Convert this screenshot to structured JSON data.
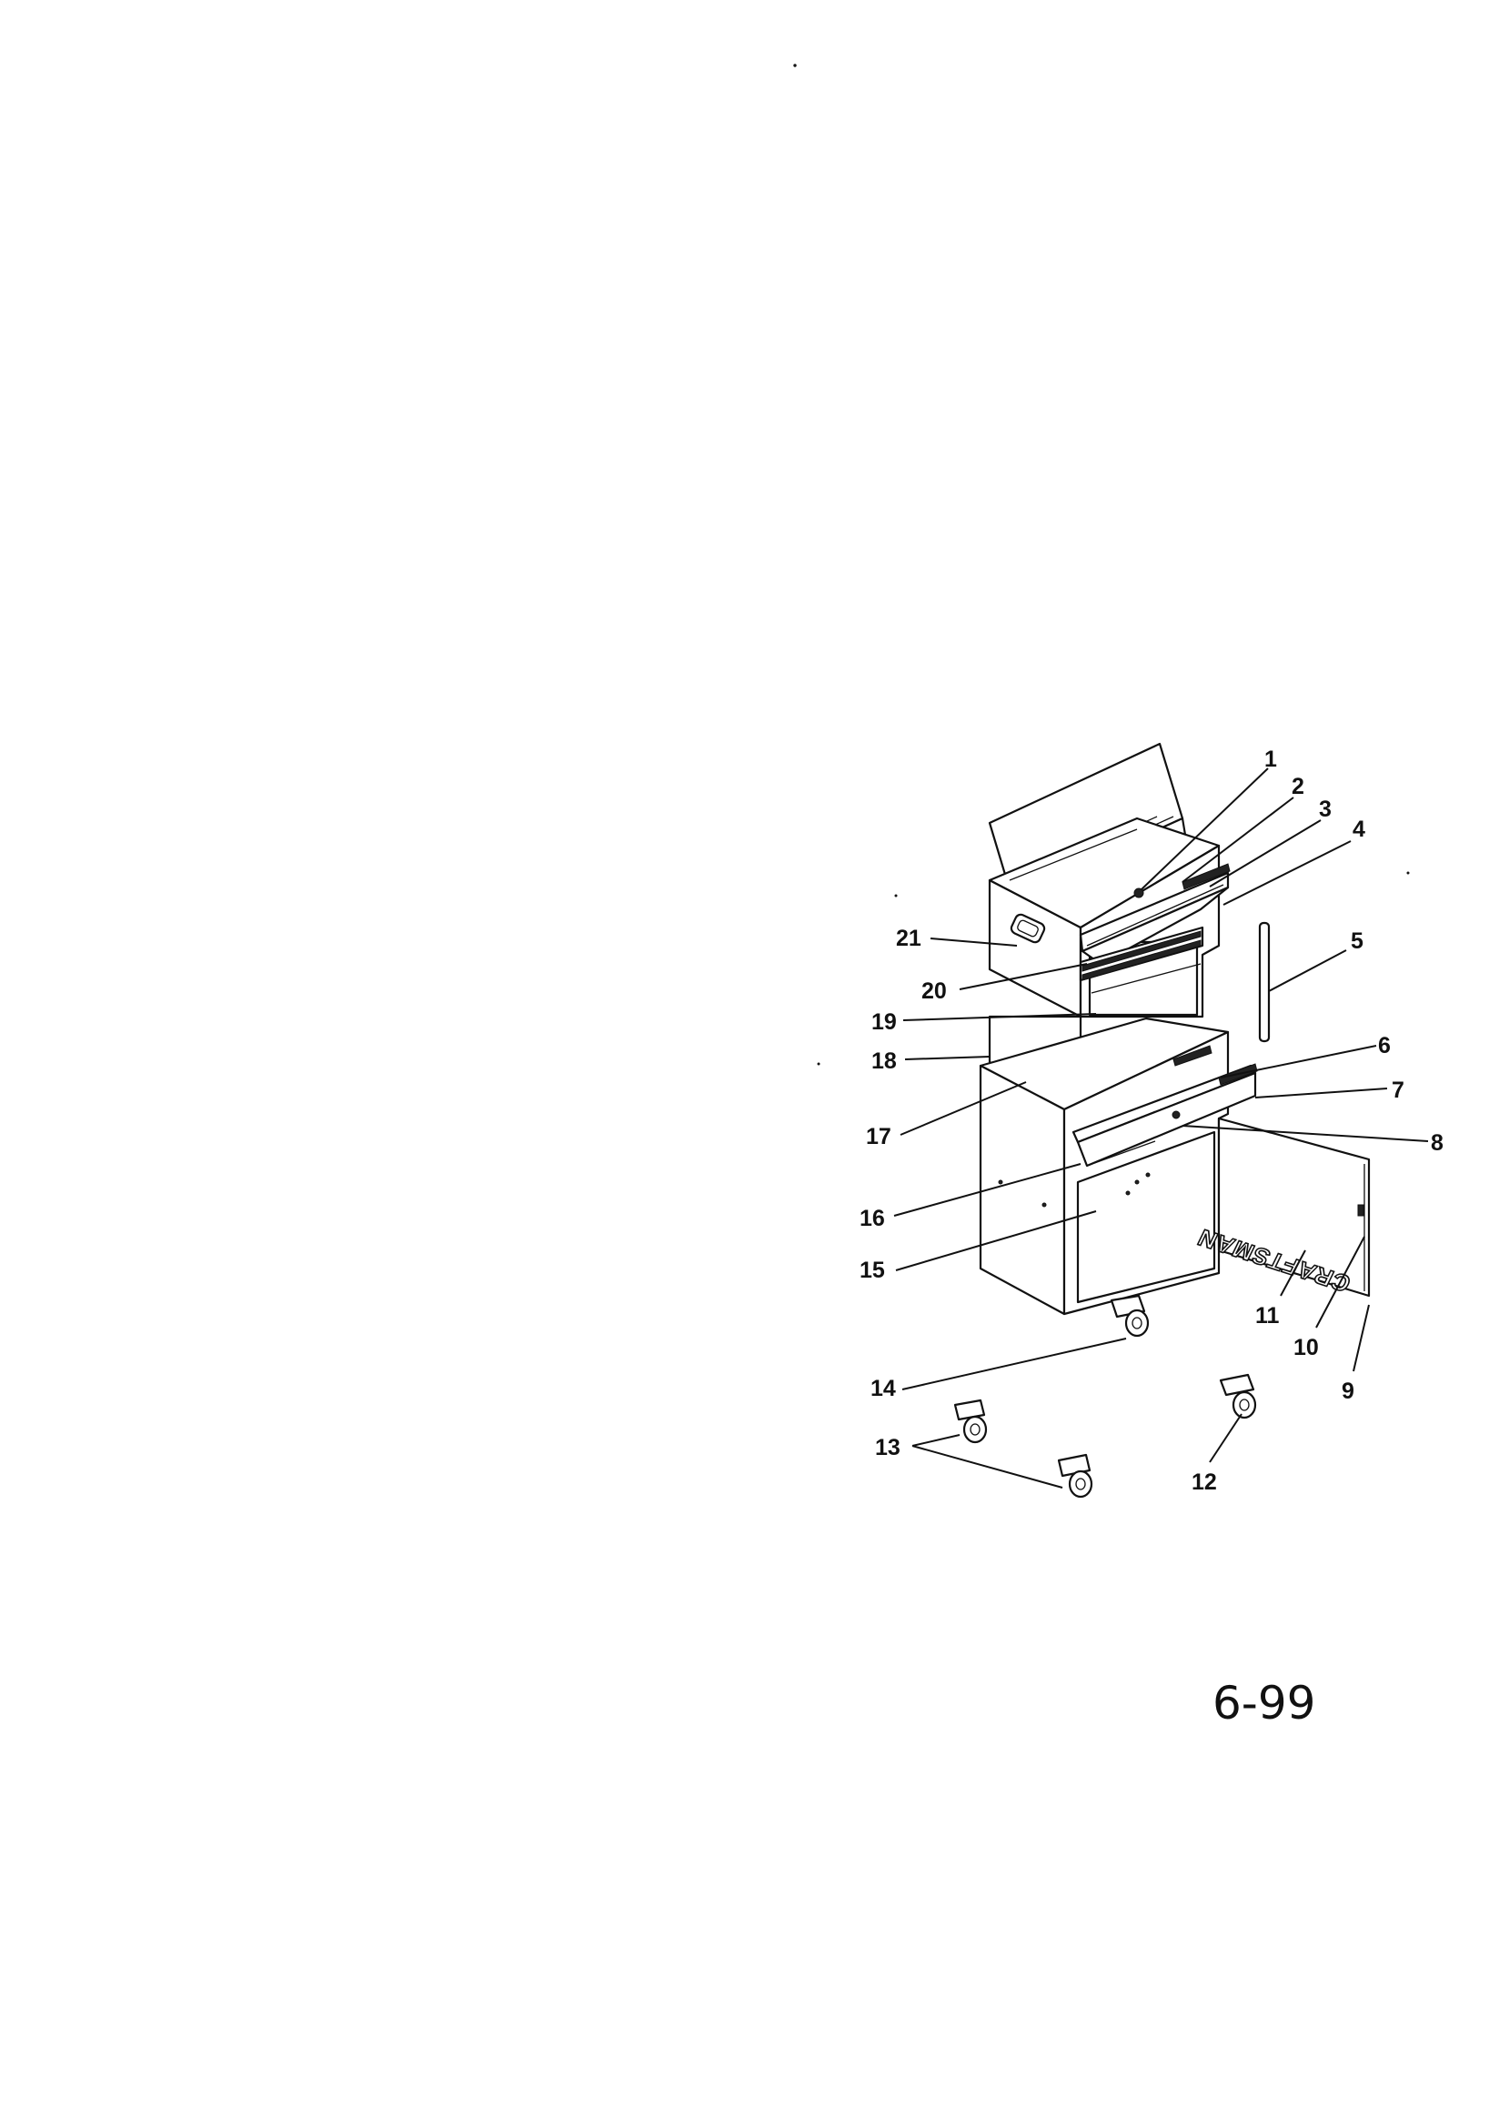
{
  "diagram": {
    "callouts": [
      "1",
      "2",
      "3",
      "4",
      "5",
      "6",
      "7",
      "8",
      "9",
      "10",
      "11",
      "12",
      "13",
      "14",
      "15",
      "16",
      "17",
      "18",
      "19",
      "20",
      "21"
    ],
    "logo_text": "CRAFTSMAN",
    "page_number": "6-99"
  },
  "colors": {
    "line": "#111111",
    "background": "#ffffff"
  }
}
